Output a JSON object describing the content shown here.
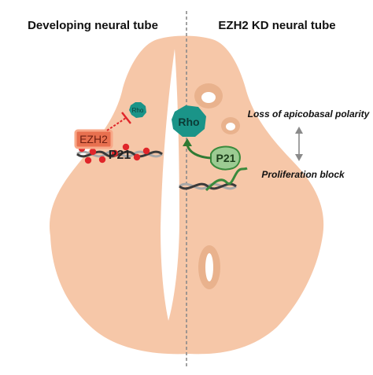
{
  "titles": {
    "left": "Developing neural tube",
    "right": "EZH2 KD neural tube"
  },
  "proteins": {
    "rho_small": "Rho",
    "ezh2": "EZH2",
    "p21_left": "P21",
    "rho_large": "Rho",
    "p21_right": "P21"
  },
  "annotations": {
    "top": "Loss of apicobasal polarity",
    "bottom": "Proliferation block"
  },
  "colors": {
    "tissue": "#f6c7a8",
    "teal": "#1a9488",
    "teal_light": "#33b2a4",
    "ezh2": "#e8704f",
    "methyl": "#e0262a",
    "green": "#3a8a3c",
    "dna_dark": "#3a3a3a",
    "dna_light": "#a8a8a8",
    "arrow_grey": "#8a8a8a"
  }
}
